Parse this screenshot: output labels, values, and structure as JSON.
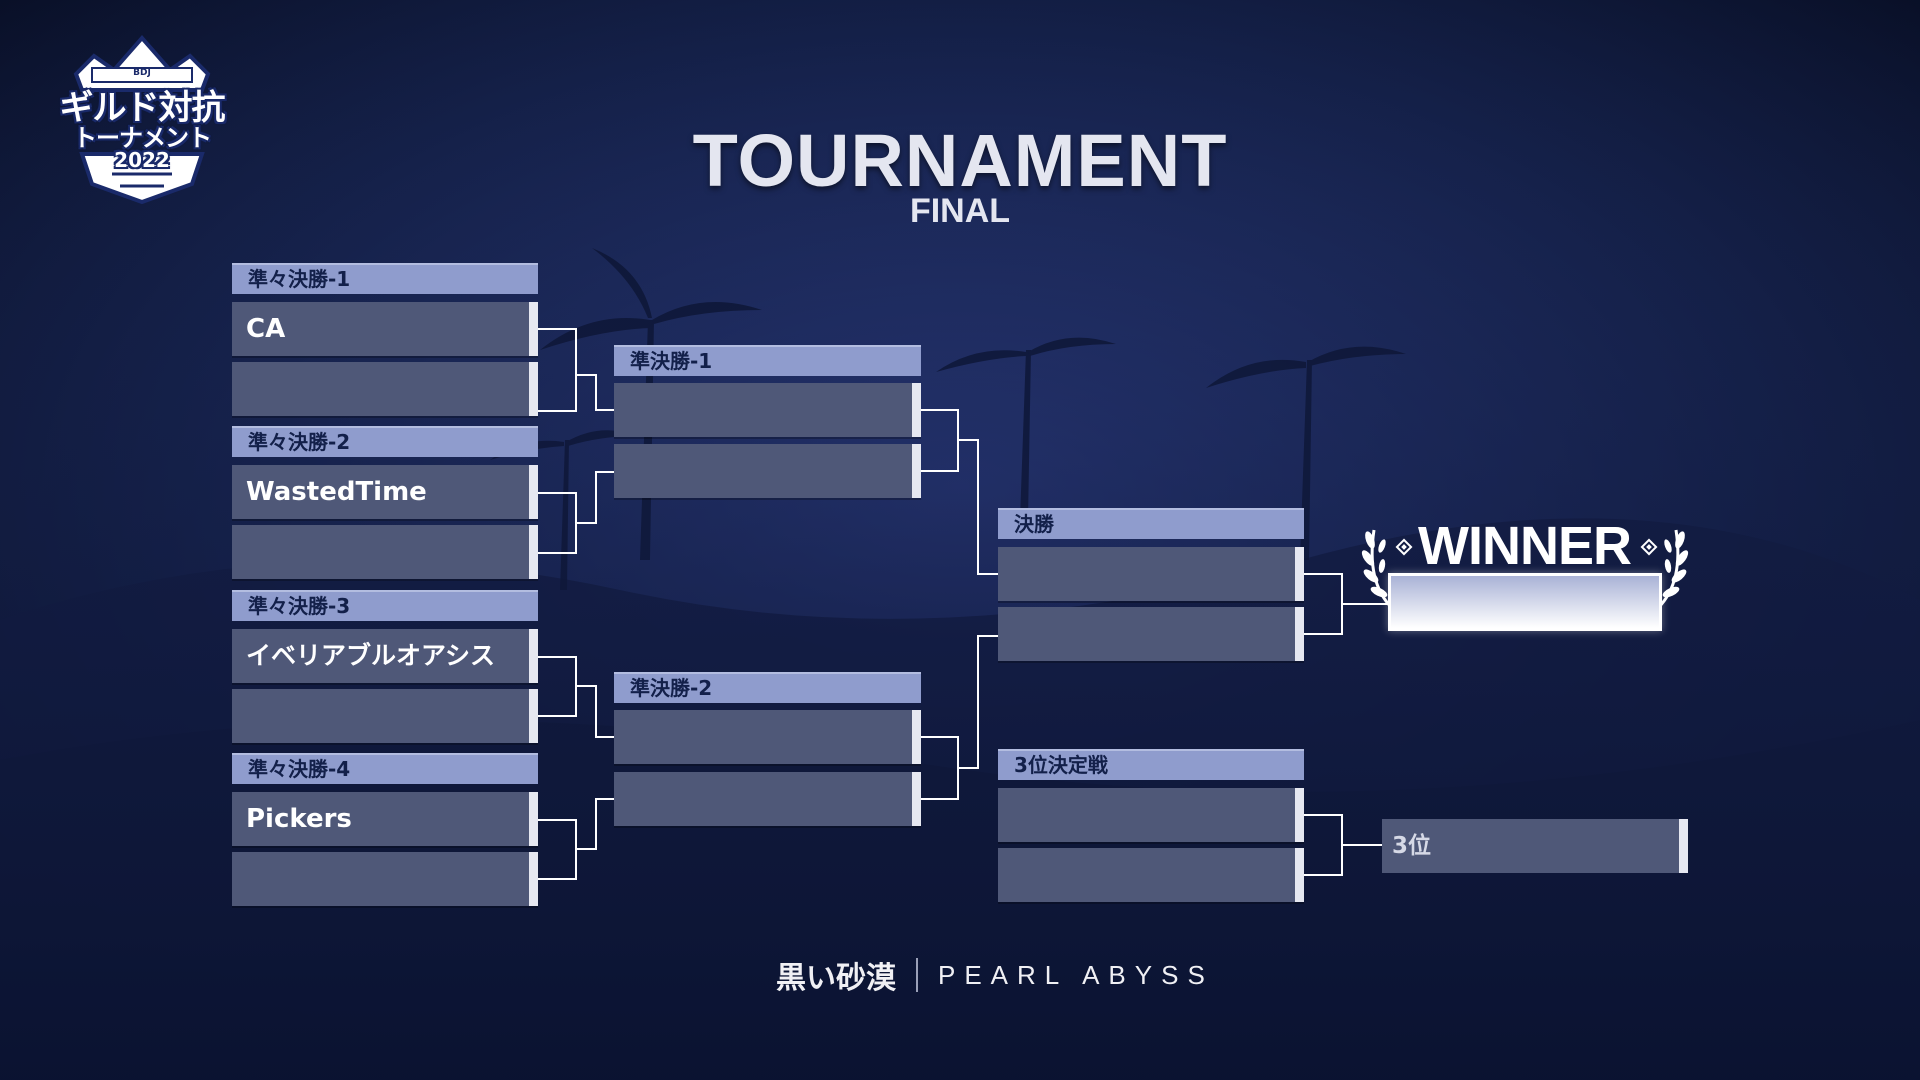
{
  "logo": {
    "badge": "BDJ",
    "line1": "ギルド対抗",
    "line2": "トーナメント",
    "line3": "2022"
  },
  "title": "TOURNAMENT",
  "subtitle": "FINAL",
  "quarterfinals": [
    {
      "label": "準々決勝-1",
      "team1": "CA",
      "team2": ""
    },
    {
      "label": "準々決勝-2",
      "team1": "WastedTime",
      "team2": ""
    },
    {
      "label": "準々決勝-3",
      "team1": "イベリアブルオアシス",
      "team2": ""
    },
    {
      "label": "準々決勝-4",
      "team1": "Pickers",
      "team2": ""
    }
  ],
  "semifinals": [
    {
      "label": "準決勝-1",
      "team1": "",
      "team2": ""
    },
    {
      "label": "準決勝-2",
      "team1": "",
      "team2": ""
    }
  ],
  "final": {
    "label": "決勝",
    "team1": "",
    "team2": ""
  },
  "third_place_match": {
    "label": "3位決定戦",
    "team1": "",
    "team2": ""
  },
  "winner": {
    "label": "WINNER",
    "name": ""
  },
  "third_place": {
    "label": "3位",
    "name": ""
  },
  "footer": {
    "game": "黒い砂漠",
    "company": "PEARL ABYSS"
  },
  "colors": {
    "background": "#0d1633",
    "header": "#8f9ccd",
    "slot": "#4f5878",
    "slot_bar": "#e6e8f1",
    "connector": "#ffffff"
  }
}
